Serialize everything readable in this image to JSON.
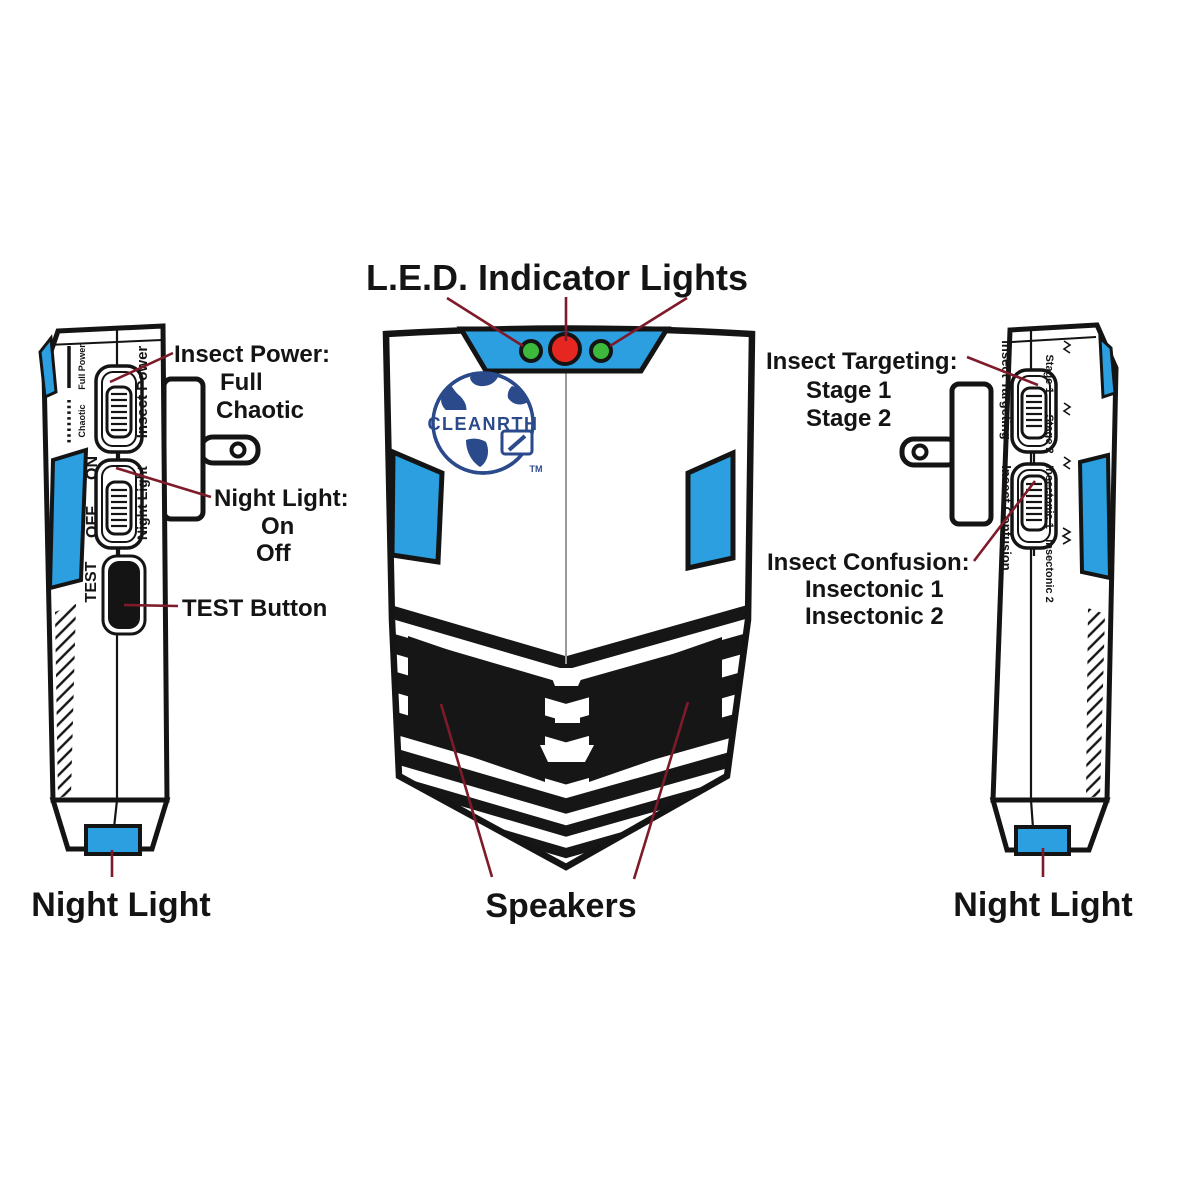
{
  "title": "L.E.D. Indicator Lights",
  "colors": {
    "device_blue": "#2b9fe0",
    "logo_navy": "#2b4a8c",
    "led_red": "#e62620",
    "led_green": "#3cb93c",
    "annotation_line": "#7e1b2a",
    "outline_ink": "#141414"
  },
  "center_device": {
    "leds": [
      "green",
      "red",
      "green"
    ],
    "logo": {
      "brand": "CLEANRTH",
      "trademark": "TM"
    },
    "speakers_label": "Speakers"
  },
  "left_device": {
    "panel": {
      "full_power": "Full Power",
      "chaotic": "Chaotic",
      "insect_power": "Insect Power",
      "on": "ON",
      "off": "OFF",
      "night_light": "Night Light",
      "test": "TEST"
    },
    "callouts": {
      "insect_power": {
        "heading": "Insect Power:",
        "options": [
          "Full",
          "Chaotic"
        ]
      },
      "night_light": {
        "heading": "Night Light:",
        "options": [
          "On",
          "Off"
        ]
      },
      "test_button": {
        "heading": "TEST Button"
      },
      "night_light_bottom": {
        "heading": "Night Light"
      }
    }
  },
  "right_device": {
    "panel": {
      "insect_targeting": "Insect Targeting",
      "stage_1": "Stage 1",
      "stage_2": "Stage 2",
      "insect_confusion": "Insect Confusion",
      "insectonic_1": "Insectonic 1",
      "insectonic_2": "Insectonic 2"
    },
    "callouts": {
      "insect_targeting": {
        "heading": "Insect Targeting:",
        "options": [
          "Stage 1",
          "Stage 2"
        ]
      },
      "insect_confusion": {
        "heading": "Insect Confusion:",
        "options": [
          "Insectonic 1",
          "Insectonic 2"
        ]
      },
      "night_light_bottom": {
        "heading": "Night Light"
      }
    }
  }
}
